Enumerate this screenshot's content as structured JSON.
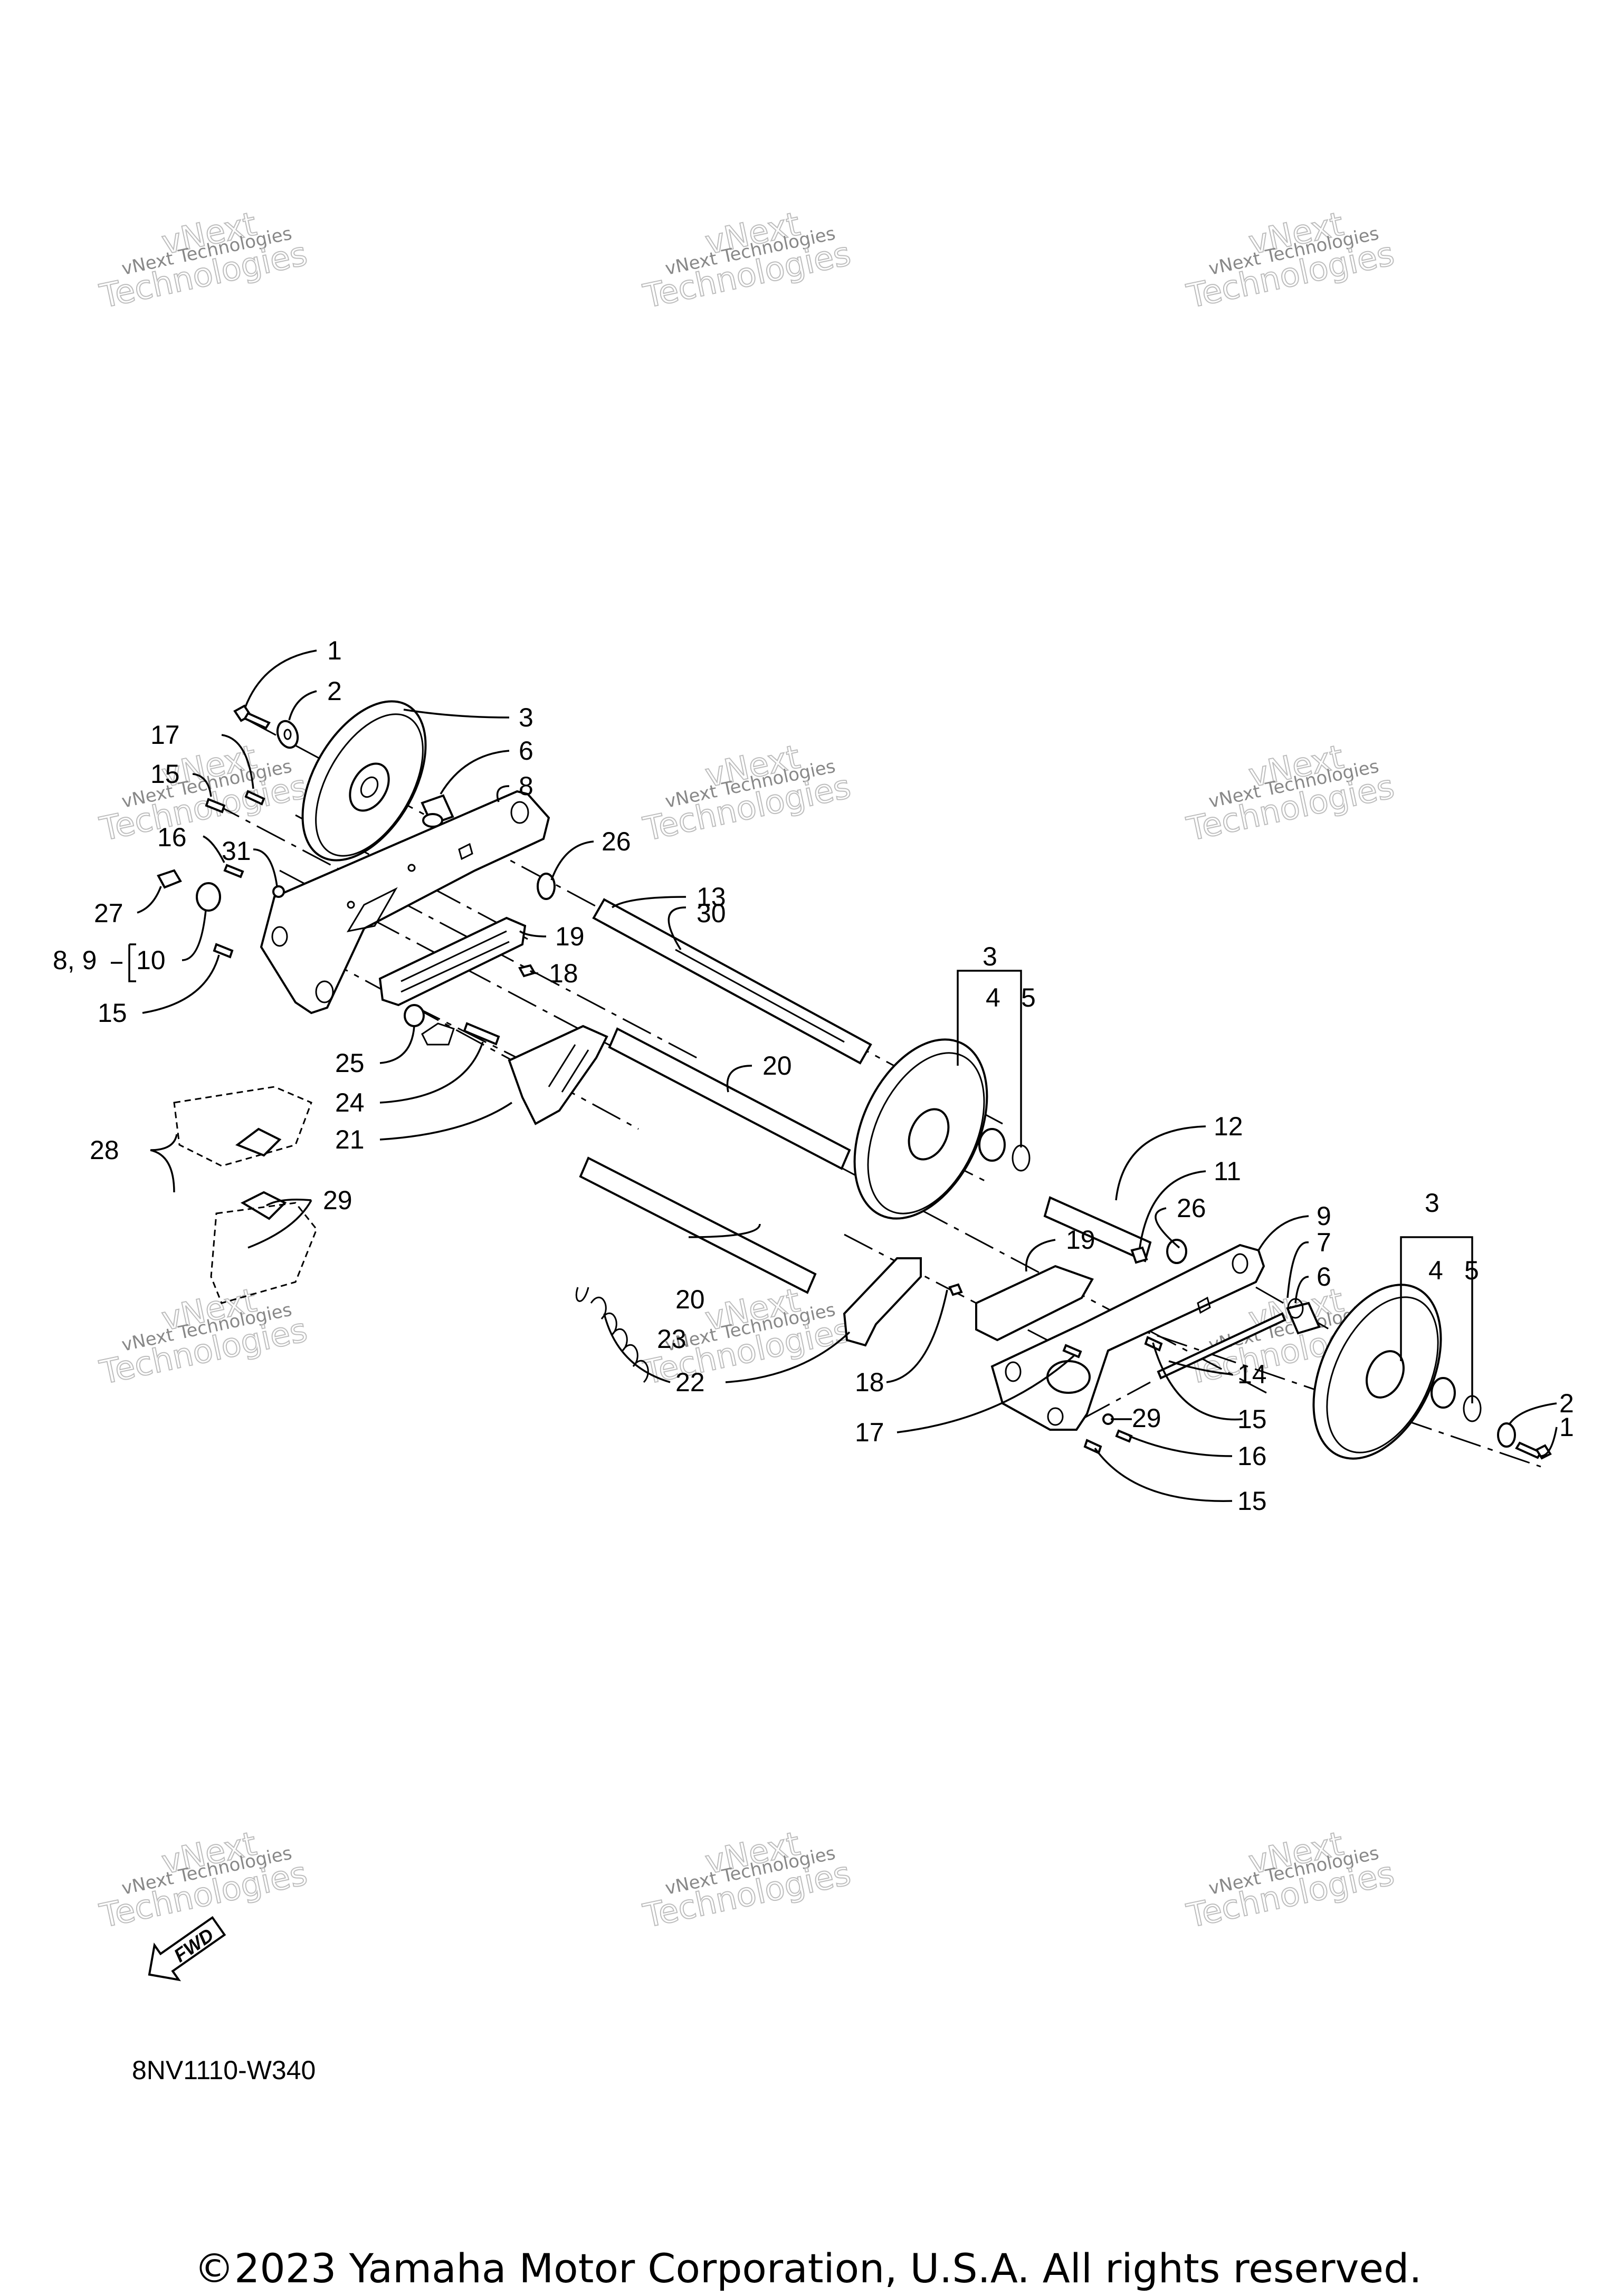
{
  "watermark": {
    "line1": "vNext Technologies",
    "line2": "Technologies",
    "line3": "vNext"
  },
  "fwd_label": "FWD",
  "diagram_code": "8NV1110-W340",
  "copyright": "©2023 Yamaha Motor Corporation, U.S.A. All rights reserved.",
  "callouts": {
    "c1a": "1",
    "c2a": "2",
    "c3a": "3",
    "c17a": "17",
    "c6a": "6",
    "c8a": "8",
    "c15a": "15",
    "c16a": "16",
    "c31": "31",
    "c26a": "26",
    "c13": "13",
    "c30": "30",
    "c27": "27",
    "c89": "8, 9",
    "c10": "10",
    "c19a": "19",
    "c18a": "18",
    "c15b": "15",
    "c25": "25",
    "c24": "24",
    "c21": "21",
    "c20a": "20",
    "c28": "28",
    "c29a": "29",
    "c3b": "3",
    "c4a": "4",
    "c5a": "5",
    "c12": "12",
    "c11": "11",
    "c26b": "26",
    "c9": "9",
    "c7": "7",
    "c6b": "6",
    "c19b": "19",
    "c3c": "3",
    "c4b": "4",
    "c5b": "5",
    "c20b": "20",
    "c23": "23",
    "c22": "22",
    "c18b": "18",
    "c17b": "17",
    "c14": "14",
    "c15c": "15",
    "c29b": "29",
    "c16b": "16",
    "c15d": "15",
    "c2b": "2",
    "c1b": "1"
  }
}
